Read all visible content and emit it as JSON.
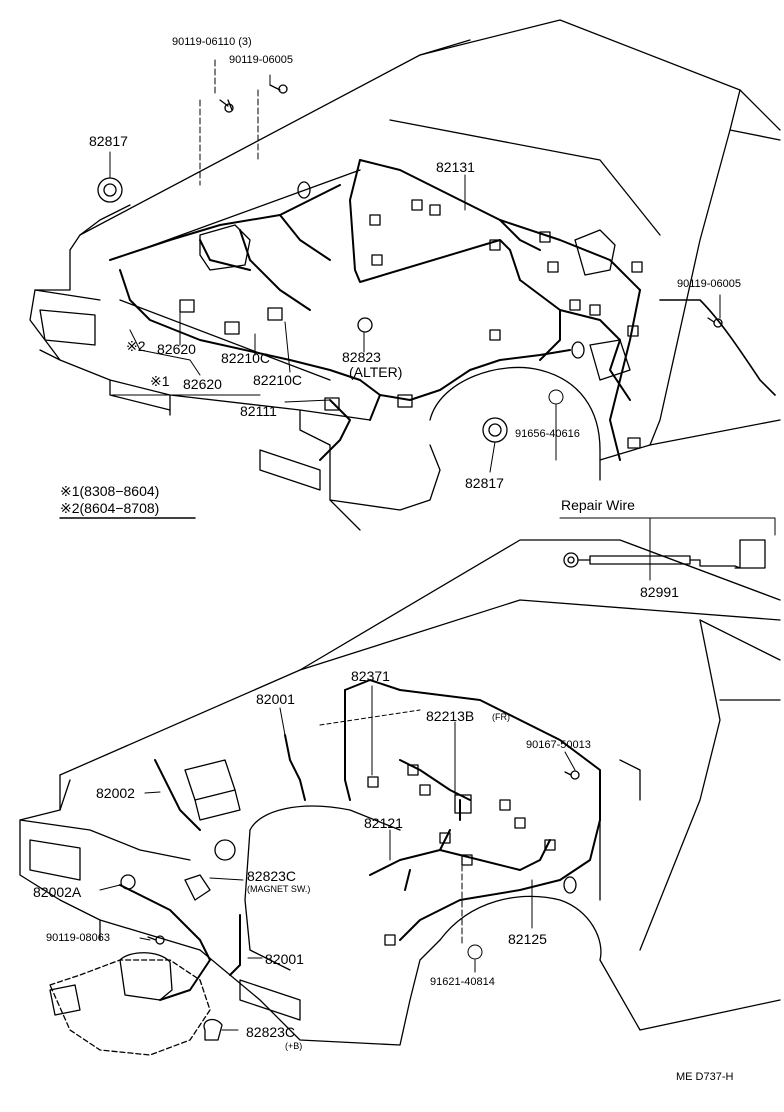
{
  "upper": {
    "parts": {
      "p1": "90119-06110 (3)",
      "p2": "90119-06005",
      "p3": "82817",
      "p4": "82131",
      "p5": "90119-06005",
      "p6": "82620",
      "p7": "82210C",
      "p8": "82620",
      "p9": "82210C",
      "p10": "82823",
      "p11": "(ALTER)",
      "p12": "82111",
      "p13": "91656-40616",
      "p14": "82817"
    },
    "mark_a": "※2",
    "mark_b": "※1"
  },
  "notes": {
    "n1": "※1(8308−8604)",
    "n2": "※2(8604−8708)"
  },
  "repair": {
    "title": "Repair Wire",
    "part": "82991"
  },
  "lower": {
    "parts": {
      "q1": "82371",
      "q2": "82001",
      "q3": "82213B",
      "q3s": "(FR)",
      "q4": "90167-50013",
      "q5": "82002",
      "q6": "82121",
      "q7": "82823C",
      "q7s": "(MAGNET SW.)",
      "q8": "82002A",
      "q9": "90119-08063",
      "q10": "82001",
      "q11": "82125",
      "q12": "91621-40814",
      "q13": "82823C",
      "q13s": "(+B)"
    }
  },
  "footer": "ME  D737-H"
}
